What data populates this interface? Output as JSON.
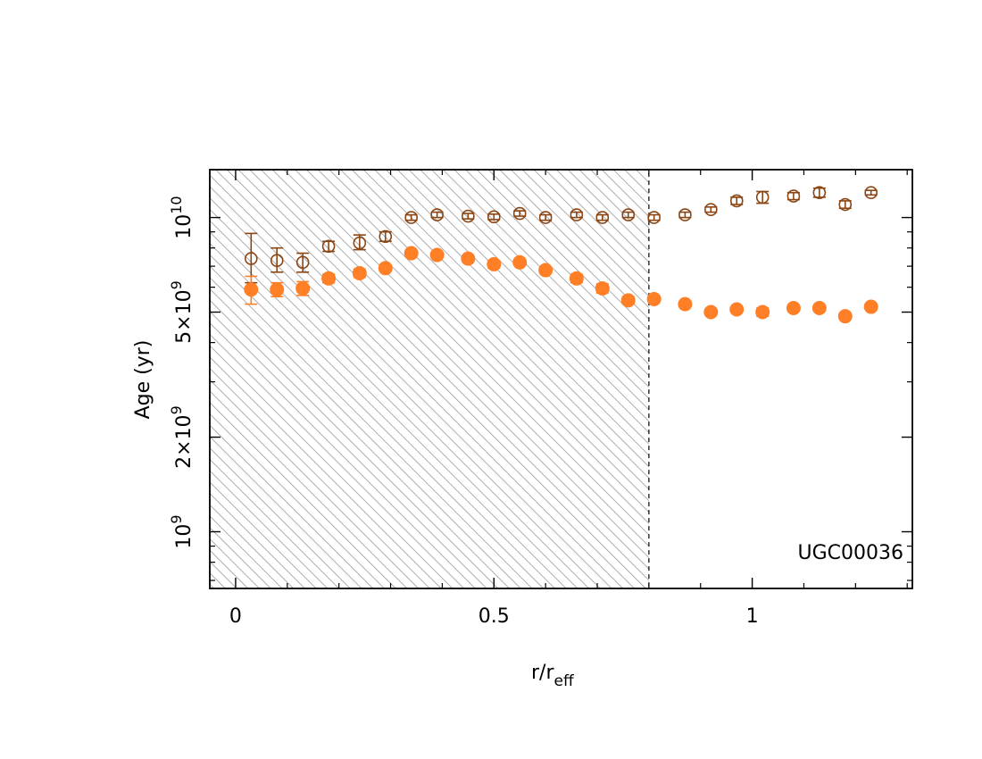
{
  "chart_data": {
    "type": "scatter",
    "title": "",
    "xlabel": "r/r",
    "xlabel_sub": "eff",
    "ylabel": "Age (yr)",
    "annotation": "UGC00036",
    "xlim": [
      -0.05,
      1.31
    ],
    "ylim": [
      660000000.0,
      14200000000.0
    ],
    "yscale": "log",
    "x_ticks": [
      {
        "value": 0,
        "label": "0"
      },
      {
        "value": 0.5,
        "label": "0.5"
      },
      {
        "value": 1,
        "label": "1"
      }
    ],
    "y_ticks": [
      {
        "value": 1000000000.0,
        "base": "10",
        "exp": "9",
        "prefix": ""
      },
      {
        "value": 2000000000.0,
        "base": "10",
        "exp": "9",
        "prefix": "2×"
      },
      {
        "value": 5000000000.0,
        "base": "10",
        "exp": "9",
        "prefix": "5×"
      },
      {
        "value": 10000000000.0,
        "base": "10",
        "exp": "10",
        "prefix": ""
      }
    ],
    "shaded_region": {
      "x": [
        -0.05,
        0.8
      ],
      "pattern": "diagonal-hatch"
    },
    "grid": false,
    "colors": {
      "open": "#8B4513",
      "filled": "#FF7F27",
      "hatch": "#999999",
      "axis": "#000000"
    },
    "series": [
      {
        "marker": "open-circle",
        "color": "#8B4513",
        "x": [
          0.03,
          0.08,
          0.13,
          0.18,
          0.24,
          0.29,
          0.34,
          0.39,
          0.45,
          0.5,
          0.55,
          0.6,
          0.66,
          0.71,
          0.76,
          0.81,
          0.87,
          0.92,
          0.97,
          1.02,
          1.08,
          1.13,
          1.18,
          1.23
        ],
        "y": [
          7400000000.0,
          7300000000.0,
          7200000000.0,
          8100000000.0,
          8300000000.0,
          8700000000.0,
          10000000000.0,
          10200000000.0,
          10100000000.0,
          10050000000.0,
          10300000000.0,
          10000000000.0,
          10200000000.0,
          10000000000.0,
          10200000000.0,
          10000000000.0,
          10200000000.0,
          10600000000.0,
          11300000000.0,
          11600000000.0,
          11700000000.0,
          12000000000.0,
          11000000000.0,
          12000000000.0
        ],
        "yerr_low": [
          1200000000.0,
          600000000.0,
          500000000.0,
          300000000.0,
          400000000.0,
          300000000.0,
          200000000.0,
          200000000.0,
          200000000.0,
          200000000.0,
          200000000.0,
          200000000.0,
          200000000.0,
          200000000.0,
          200000000.0,
          200000000.0,
          200000000.0,
          200000000.0,
          300000000.0,
          500000000.0,
          300000000.0,
          400000000.0,
          300000000.0,
          200000000.0
        ],
        "yerr_high": [
          1500000000.0,
          700000000.0,
          500000000.0,
          300000000.0,
          500000000.0,
          300000000.0,
          200000000.0,
          200000000.0,
          200000000.0,
          200000000.0,
          200000000.0,
          200000000.0,
          200000000.0,
          200000000.0,
          200000000.0,
          200000000.0,
          200000000.0,
          200000000.0,
          300000000.0,
          500000000.0,
          300000000.0,
          400000000.0,
          300000000.0,
          200000000.0
        ]
      },
      {
        "marker": "filled-circle",
        "color": "#FF7F27",
        "x": [
          0.03,
          0.08,
          0.13,
          0.18,
          0.24,
          0.29,
          0.34,
          0.39,
          0.45,
          0.5,
          0.55,
          0.6,
          0.66,
          0.71,
          0.76,
          0.81,
          0.87,
          0.92,
          0.97,
          1.02,
          1.08,
          1.13,
          1.18,
          1.23
        ],
        "y": [
          5900000000.0,
          5900000000.0,
          5950000000.0,
          6400000000.0,
          6650000000.0,
          6900000000.0,
          7700000000.0,
          7600000000.0,
          7400000000.0,
          7100000000.0,
          7200000000.0,
          6800000000.0,
          6400000000.0,
          5950000000.0,
          5450000000.0,
          5500000000.0,
          5300000000.0,
          5000000000.0,
          5100000000.0,
          5000000000.0,
          5150000000.0,
          5150000000.0,
          4850000000.0,
          5200000000.0
        ],
        "yerr_low": [
          600000000.0,
          300000000.0,
          300000000.0,
          200000000.0,
          200000000.0,
          150000000.0,
          150000000.0,
          150000000.0,
          150000000.0,
          200000000.0,
          150000000.0,
          150000000.0,
          200000000.0,
          200000000.0,
          150000000.0,
          100000000.0,
          100000000.0,
          100000000.0,
          100000000.0,
          150000000.0,
          100000000.0,
          100000000.0,
          100000000.0,
          100000000.0
        ],
        "yerr_high": [
          600000000.0,
          300000000.0,
          300000000.0,
          200000000.0,
          200000000.0,
          150000000.0,
          150000000.0,
          150000000.0,
          150000000.0,
          200000000.0,
          150000000.0,
          150000000.0,
          200000000.0,
          200000000.0,
          150000000.0,
          100000000.0,
          100000000.0,
          100000000.0,
          100000000.0,
          150000000.0,
          100000000.0,
          100000000.0,
          100000000.0,
          100000000.0
        ]
      }
    ]
  }
}
